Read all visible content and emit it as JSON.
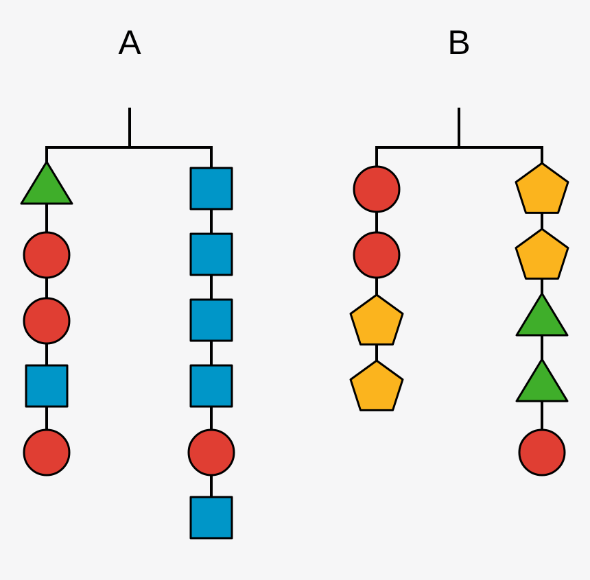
{
  "colors": {
    "background": "#f6f6f7",
    "line": "#000000",
    "circle": "#e03e33",
    "square": "#0096c8",
    "triangle": "#3fae2a",
    "pentagon": "#fbb41e"
  },
  "mobiles": [
    {
      "label": "A",
      "strands": [
        {
          "items": [
            "triangle",
            "circle",
            "circle",
            "square",
            "circle"
          ]
        },
        {
          "items": [
            "square",
            "square",
            "square",
            "square",
            "circle",
            "square"
          ]
        }
      ]
    },
    {
      "label": "B",
      "strands": [
        {
          "items": [
            "circle",
            "circle",
            "pentagon",
            "pentagon"
          ]
        },
        {
          "items": [
            "pentagon",
            "pentagon",
            "triangle",
            "triangle",
            "circle"
          ]
        }
      ]
    }
  ]
}
